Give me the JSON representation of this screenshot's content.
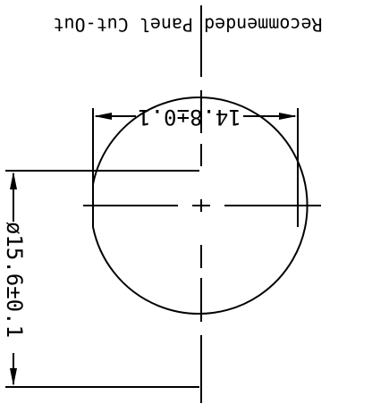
{
  "diagram": {
    "title": "Recommended Panel Cut-Out",
    "dim_width": "14.8±0.1",
    "dim_diameter": "ø15.6±0.1"
  },
  "colors": {
    "line": "#000000",
    "background": "#ffffff"
  }
}
